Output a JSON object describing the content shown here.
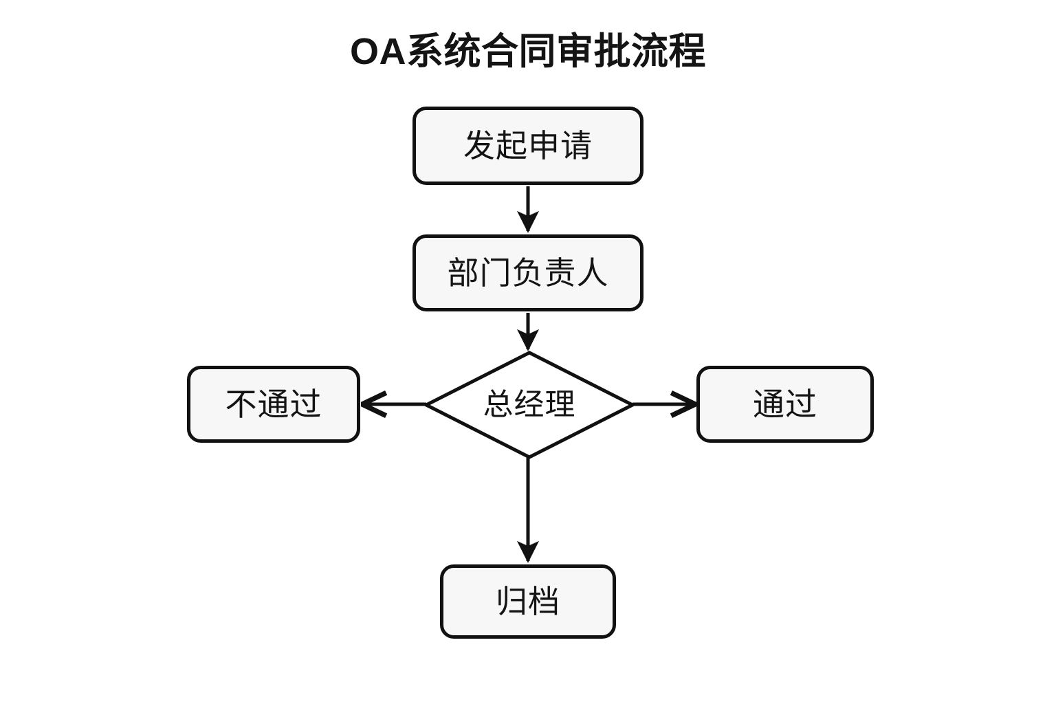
{
  "diagram": {
    "title": "OA系统合同审批流程",
    "type": "flowchart",
    "background_color": "#ffffff",
    "stroke_color": "#111111",
    "node_fill_color": "#f7f7f7",
    "text_color": "#141414",
    "nodes": [
      {
        "id": "start",
        "label": "发起申请",
        "shape": "rounded-rect"
      },
      {
        "id": "manager",
        "label": "部门负责人",
        "shape": "rounded-rect"
      },
      {
        "id": "decision",
        "label": "总经理",
        "shape": "diamond"
      },
      {
        "id": "reject",
        "label": "不通过",
        "shape": "rounded-rect"
      },
      {
        "id": "approve",
        "label": "通过",
        "shape": "rounded-rect"
      },
      {
        "id": "archive",
        "label": "归档",
        "shape": "rounded-rect"
      }
    ],
    "edges": [
      {
        "from": "start",
        "to": "manager",
        "label": "",
        "direction": "down"
      },
      {
        "from": "manager",
        "to": "decision",
        "label": "",
        "direction": "down"
      },
      {
        "from": "decision",
        "to": "reject",
        "label": "",
        "direction": "left"
      },
      {
        "from": "decision",
        "to": "approve",
        "label": "",
        "direction": "right"
      },
      {
        "from": "decision",
        "to": "archive",
        "label": "",
        "direction": "down"
      }
    ]
  }
}
